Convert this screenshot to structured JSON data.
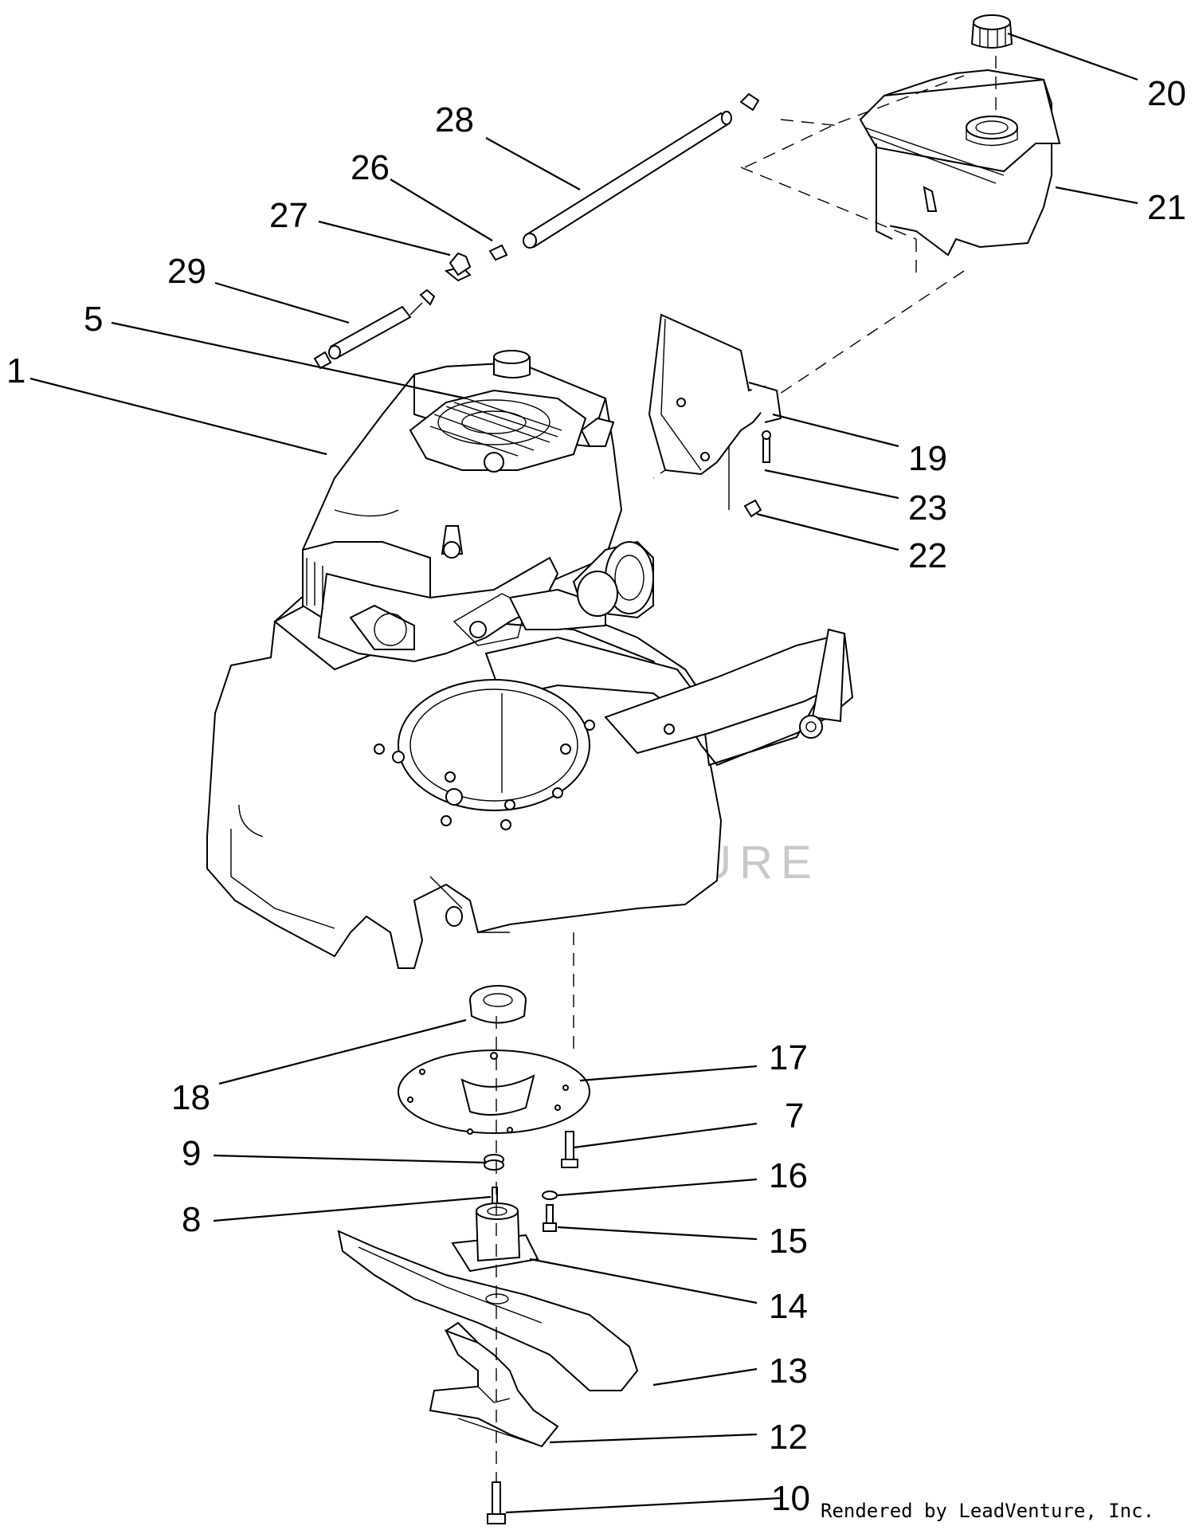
{
  "watermark": "LEADVENTURE",
  "credit": "Rendered by LeadVenture, Inc.",
  "callouts": {
    "c1": "1",
    "c5": "5",
    "c7": "7",
    "c8": "8",
    "c9": "9",
    "c10": "10",
    "c12": "12",
    "c13": "13",
    "c14": "14",
    "c15": "15",
    "c16": "16",
    "c17": "17",
    "c18": "18",
    "c19": "19",
    "c20": "20",
    "c21": "21",
    "c22": "22",
    "c23": "23",
    "c26": "26",
    "c27": "27",
    "c28": "28",
    "c29": "29"
  },
  "icons": {
    "engine": "engine-icon",
    "deck": "mower-deck-icon",
    "fuel_tank": "fuel-tank-icon",
    "fuel_cap": "fuel-cap-icon",
    "blade": "blade-icon",
    "bearing": "bearing-icon"
  }
}
